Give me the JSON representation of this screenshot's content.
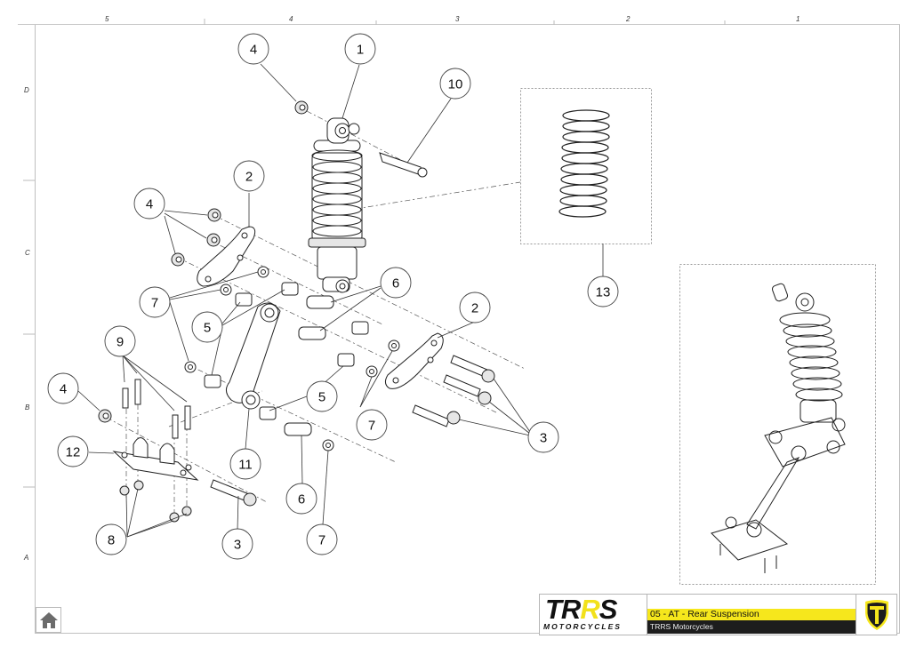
{
  "drawing": {
    "title": "05 - AT - Rear Suspension",
    "company": "TRRS Motorcycles",
    "logo": {
      "text_main_prefix": "TR",
      "text_main_accent": "R",
      "text_main_suffix": "S",
      "text_sub": "MOTORCYCLES"
    },
    "brand_colors": {
      "yellow": "#f6e71c",
      "black": "#1d1d1d"
    }
  },
  "zones": {
    "columns": [
      "5",
      "4",
      "3",
      "2",
      "1"
    ],
    "rows": [
      "D",
      "C",
      "B",
      "A"
    ]
  },
  "balloons": [
    {
      "id": "b1",
      "label": "1"
    },
    {
      "id": "b4a",
      "label": "4"
    },
    {
      "id": "b10",
      "label": "10"
    },
    {
      "id": "b2a",
      "label": "2"
    },
    {
      "id": "b4b",
      "label": "4"
    },
    {
      "id": "b7a",
      "label": "7"
    },
    {
      "id": "b5a",
      "label": "5"
    },
    {
      "id": "b6a",
      "label": "6"
    },
    {
      "id": "b2b",
      "label": "2"
    },
    {
      "id": "b9",
      "label": "9"
    },
    {
      "id": "b4c",
      "label": "4"
    },
    {
      "id": "b12",
      "label": "12"
    },
    {
      "id": "b11",
      "label": "11"
    },
    {
      "id": "b5b",
      "label": "5"
    },
    {
      "id": "b7b",
      "label": "7"
    },
    {
      "id": "b3a",
      "label": "3"
    },
    {
      "id": "b8",
      "label": "8"
    },
    {
      "id": "b3b",
      "label": "3"
    },
    {
      "id": "b6b",
      "label": "6"
    },
    {
      "id": "b7c",
      "label": "7"
    },
    {
      "id": "b13",
      "label": "13"
    }
  ],
  "nav": {
    "home_icon": "home-icon"
  }
}
